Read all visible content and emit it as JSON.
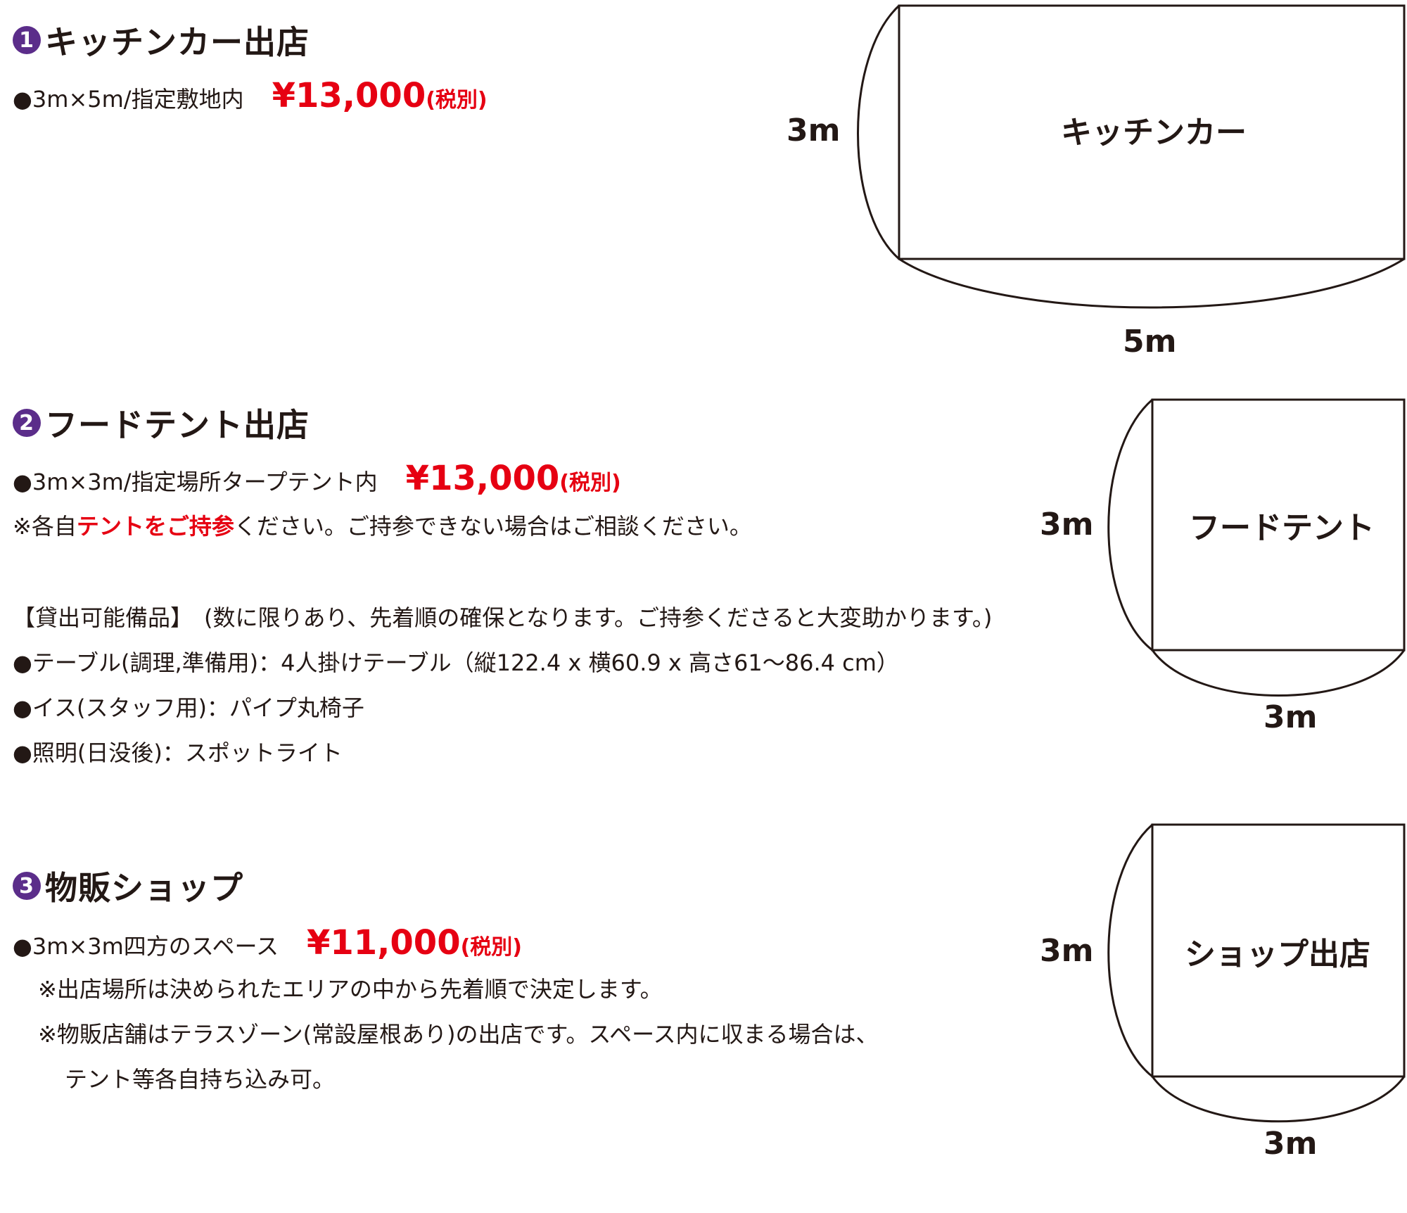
{
  "colors": {
    "accent_purple": "#5b2d8a",
    "price_red": "#e60012",
    "text": "#231815"
  },
  "section1": {
    "number": "1",
    "title": "キッチンカー出店",
    "line1_text": "●3m×5m/指定敷地内",
    "price": "¥13,000",
    "tax": "(税別)",
    "diagram": {
      "box_label": "キッチンカー",
      "side_label": "3m",
      "bottom_label": "5m"
    }
  },
  "section2": {
    "number": "2",
    "title": "フードテント出店",
    "line1_text": "●3m×3m/指定場所タープテント内",
    "price": "¥13,000",
    "tax": "(税別)",
    "note_prefix": "※各自",
    "note_highlight": "テントをご持参",
    "note_suffix": "ください。ご持参できない場合はご相談ください。",
    "rental_heading": "【貸出可能備品】　(数に限りあり、先着順の確保となります。ご持参くださると大変助かります。)",
    "rental_items": [
      "●テーブル(調理,準備用)：4人掛けテーブル（縦122.4 x 横60.9 x 高さ61～86.4 cm）",
      "●イス(スタッフ用)：パイプ丸椅子",
      "●照明(日没後)：スポットライト"
    ],
    "diagram": {
      "box_label": "フードテント",
      "side_label": "3m",
      "bottom_label": "3m"
    }
  },
  "section3": {
    "number": "3",
    "title": "物販ショップ",
    "line1_text": "●3m×3m四方のスペース",
    "price": "¥11,000",
    "tax": "(税別)",
    "notes": [
      "※出店場所は決められたエリアの中から先着順で決定します。",
      "※物販店舗はテラスゾーン(常設屋根あり)の出店です。スペース内に収まる場合は、",
      "テント等各自持ち込み可。"
    ],
    "diagram": {
      "box_label": "ショップ出店",
      "side_label": "3m",
      "bottom_label": "3m"
    }
  }
}
